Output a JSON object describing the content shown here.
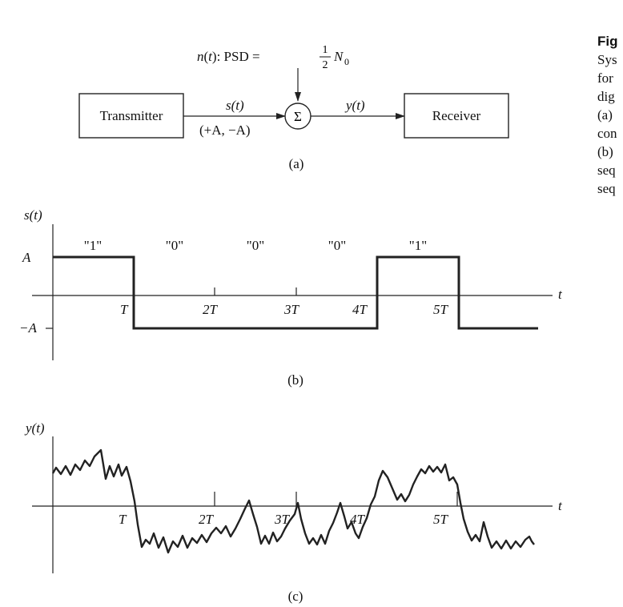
{
  "caption": {
    "title": "Fig",
    "lines": [
      "Sys",
      "for",
      "dig",
      "(a)",
      "con",
      "(b)",
      "seq",
      "seq"
    ]
  },
  "panel_a": {
    "noise_label_prefix": "n(t): PSD = ",
    "noise_frac_num": "1",
    "noise_frac_den": "2",
    "noise_N": "N",
    "noise_sub": "0",
    "transmitter": "Transmitter",
    "receiver": "Receiver",
    "summer_symbol": "Σ",
    "s_label": "s(t)",
    "s_values": "(+A, −A)",
    "y_label": "y(t)",
    "panel_label": "(a)"
  },
  "panel_b": {
    "ylabel": "s(t)",
    "xlabel": "t",
    "level_high": "A",
    "level_low": "−A",
    "bits": [
      "\"1\"",
      "\"0\"",
      "\"0\"",
      "\"0\"",
      "\"1\""
    ],
    "ticks": [
      "T",
      "2T",
      "3T",
      "4T",
      "5T"
    ],
    "panel_label": "(b)"
  },
  "panel_c": {
    "ylabel": "y(t)",
    "xlabel": "t",
    "ticks": [
      "T",
      "2T",
      "3T",
      "4T",
      "5T"
    ],
    "panel_label": "(c)"
  }
}
